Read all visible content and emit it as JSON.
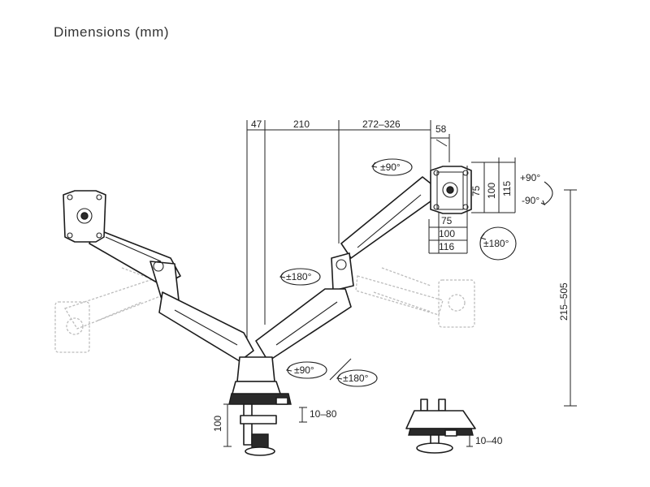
{
  "title": "Dimensions (mm)",
  "dimensions": {
    "top_47": "47",
    "top_210": "210",
    "top_272_326": "272–326",
    "top_58": "58",
    "vesa_75_h": "75",
    "vesa_100_h": "100",
    "vesa_115": "115",
    "vesa_75_w": "75",
    "vesa_100_w": "100",
    "vesa_116": "116",
    "height_215_505": "215–505",
    "clamp_100": "100",
    "clamp_10_80": "10–80",
    "grommet_10_40": "10–40"
  },
  "rotations": {
    "tilt_up": "+90°",
    "tilt_down": "-90°",
    "swivel_head_90": "±90°",
    "rotate_180_head": "±180°",
    "rotate_180_arm": "±180°",
    "swivel_base_90": "±90°",
    "swivel_base_180": "±180°"
  }
}
